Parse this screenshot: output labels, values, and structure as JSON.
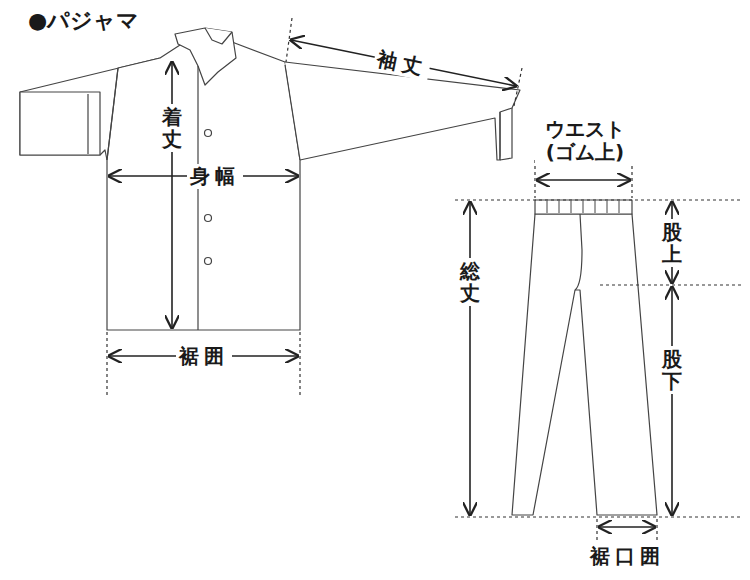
{
  "diagram": {
    "title": "●パジャマ",
    "labels": [
      "着丈",
      "身幅",
      "裾囲",
      "袖丈",
      "ウエスト (ゴム上)",
      "総丈",
      "股上",
      "股下",
      "裾口囲"
    ]
  }
}
